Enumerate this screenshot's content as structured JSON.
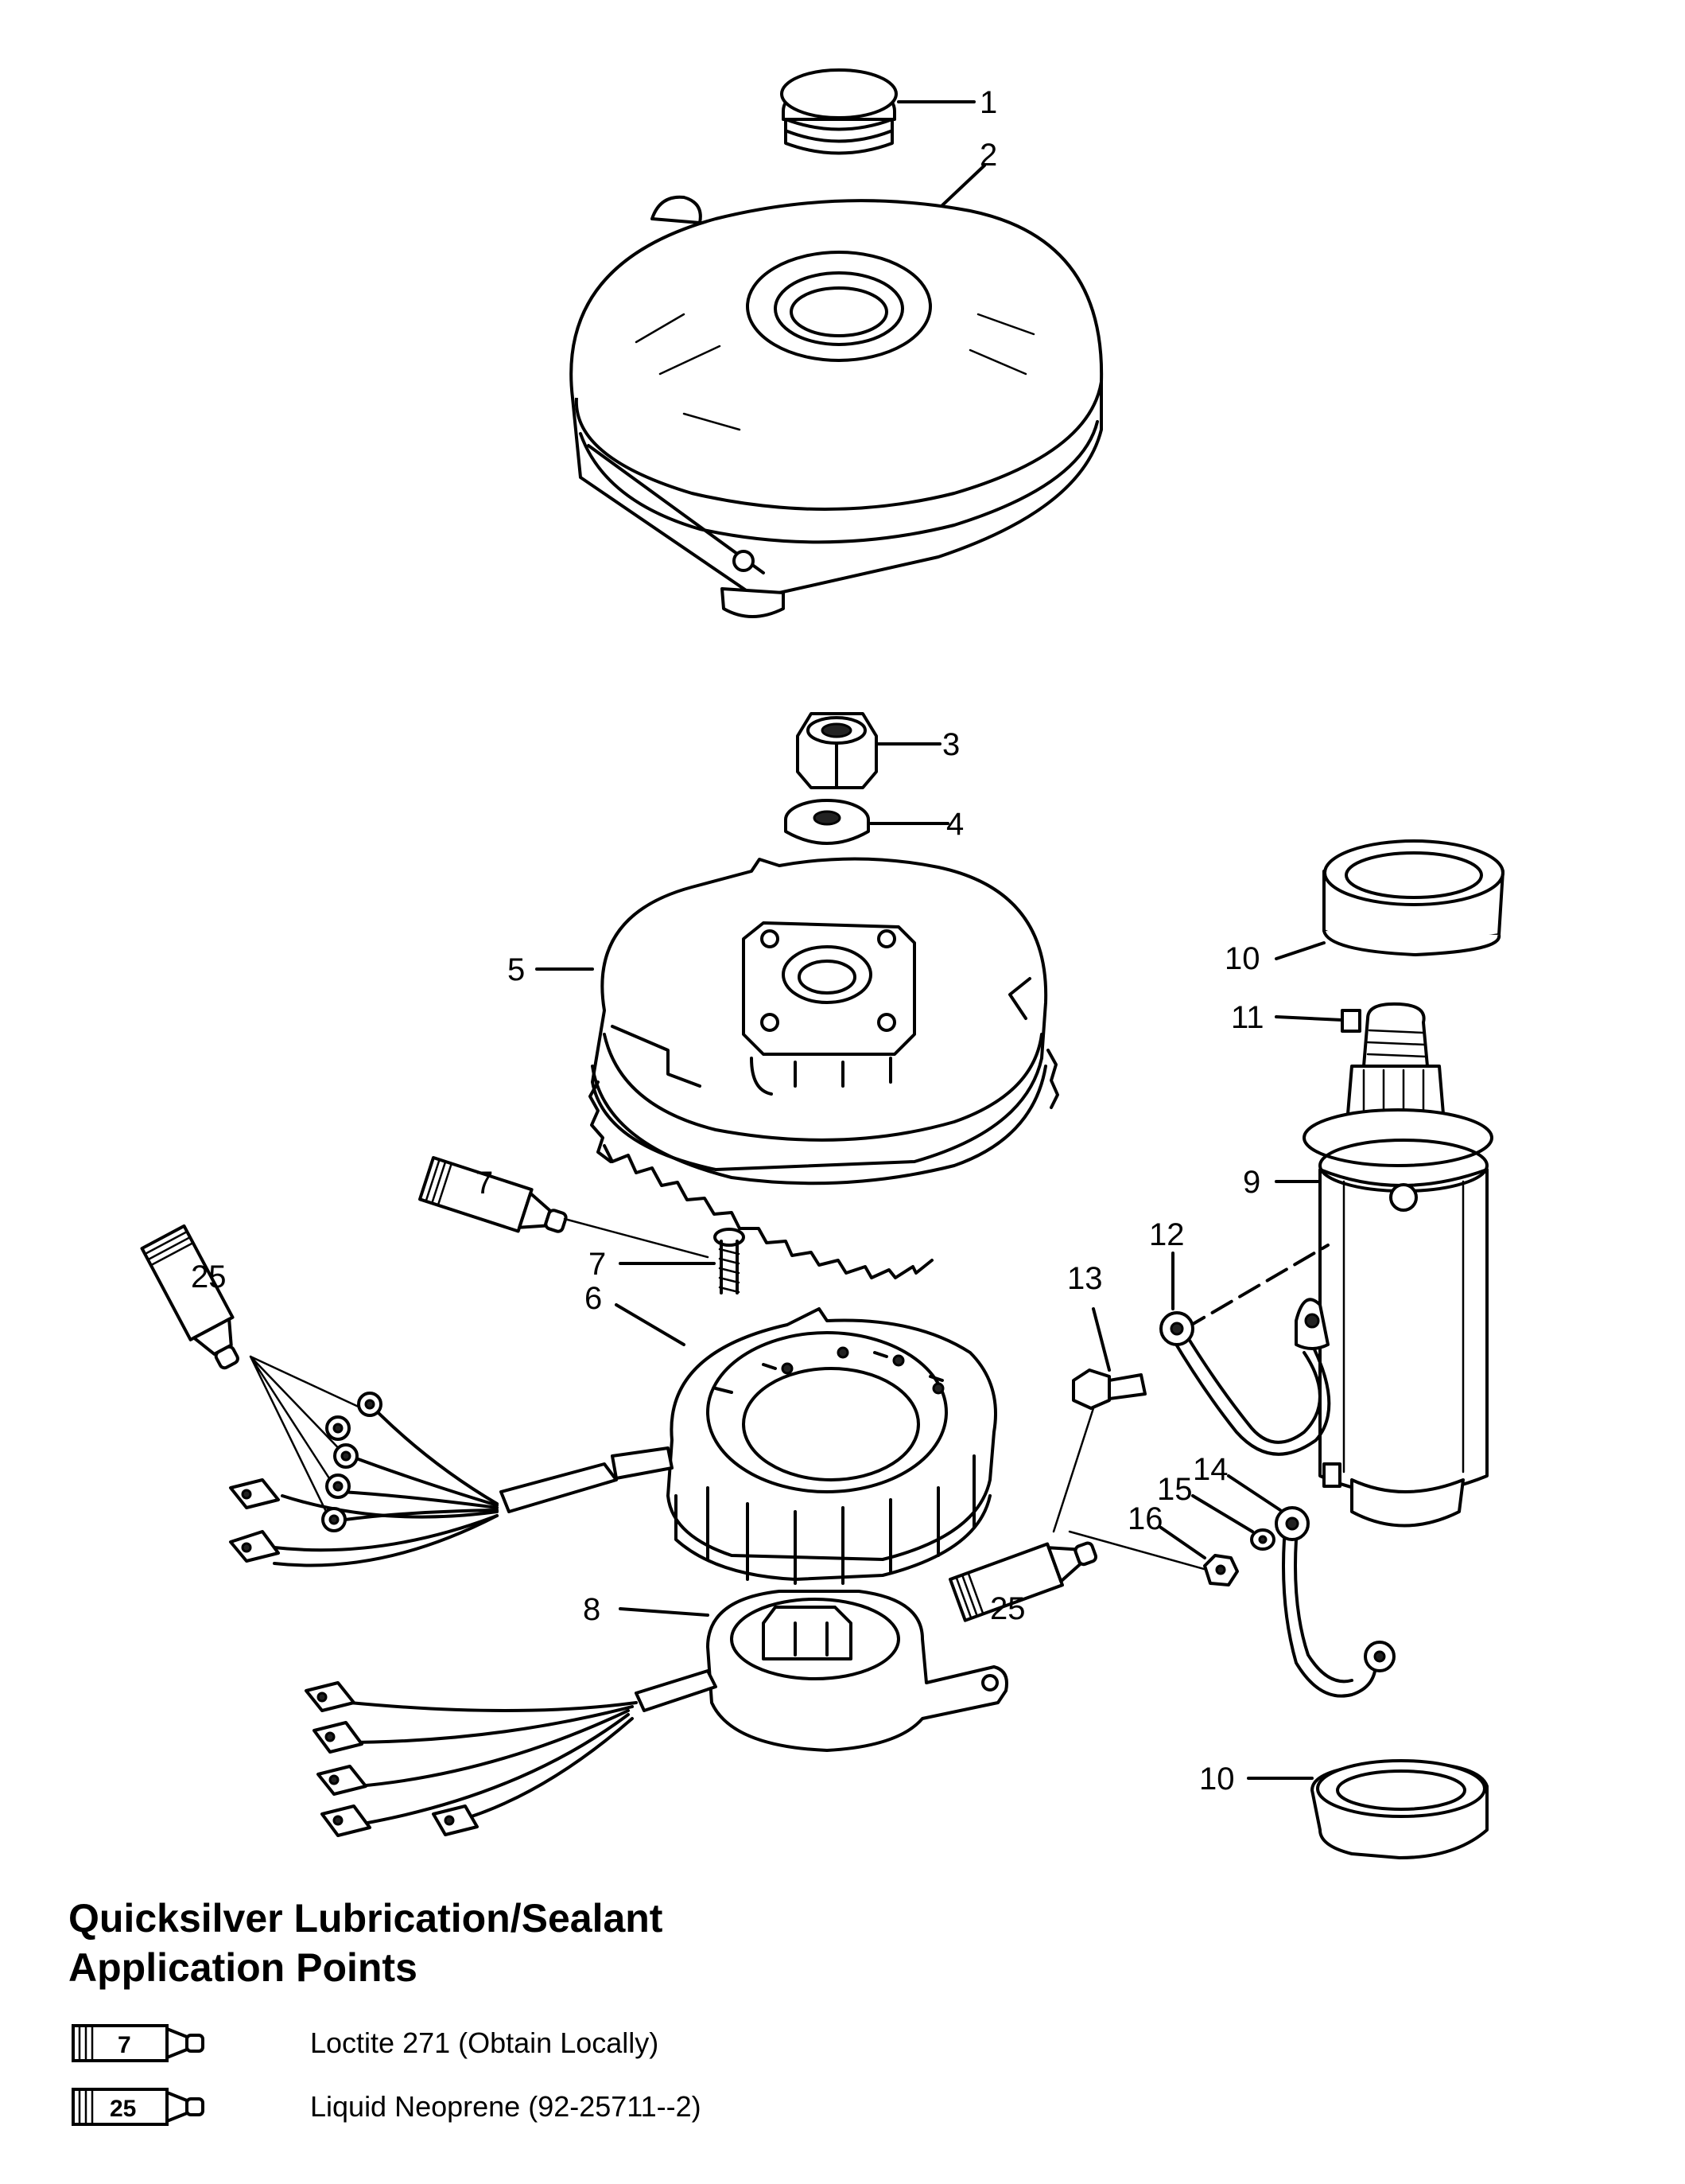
{
  "callouts": {
    "c1": "1",
    "c2": "2",
    "c3": "3",
    "c4": "4",
    "c5": "5",
    "c6": "6",
    "c7": "7",
    "c8": "8",
    "c9": "9",
    "c10a": "10",
    "c10b": "10",
    "c11": "11",
    "c12": "12",
    "c13": "13",
    "c14": "14",
    "c15": "15",
    "c16": "16"
  },
  "tube_labels": {
    "loctite": "7",
    "neoprene_left": "25",
    "neoprene_right": "25"
  },
  "legend": {
    "title_line1": "Quicksilver Lubrication/Sealant",
    "title_line2": "Application Points",
    "items": [
      {
        "number": "7",
        "text": "Loctite 271 (Obtain Locally)"
      },
      {
        "number": "25",
        "text": "Liquid Neoprene (92-25711--2)"
      }
    ]
  }
}
